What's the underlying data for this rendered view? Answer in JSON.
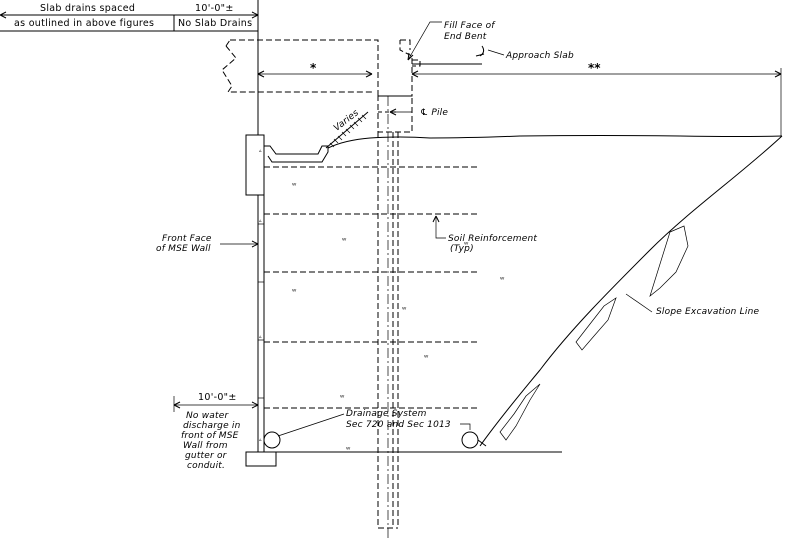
{
  "header": {
    "slab_drains_spaced": "Slab drains spaced",
    "as_outlined": "as outlined in above figures",
    "top_dim": "10'-0\"±",
    "no_slab_drains": "No Slab Drains"
  },
  "labels": {
    "fill_face_line1": "Fill Face of",
    "fill_face_line2": "End Bent",
    "approach_slab": "Approach Slab",
    "single_star": "*",
    "double_star": "**",
    "pile": "℄ Pile",
    "varies": "Varies",
    "soil_reinf_line1": "Soil Reinforcement",
    "soil_reinf_line2": "(Typ)",
    "front_face_line1": "Front Face",
    "front_face_line2": "of MSE Wall",
    "slope_excavation": "Slope Excavation Line",
    "bottom_dim": "10'-0\"±",
    "no_water_1": "No water",
    "no_water_2": "discharge in",
    "no_water_3": "front of MSE",
    "no_water_4": "Wall from",
    "no_water_5": "gutter or",
    "no_water_6": "conduit.",
    "drainage_1": "Drainage System",
    "drainage_2": "Sec 720 and Sec 1013"
  }
}
